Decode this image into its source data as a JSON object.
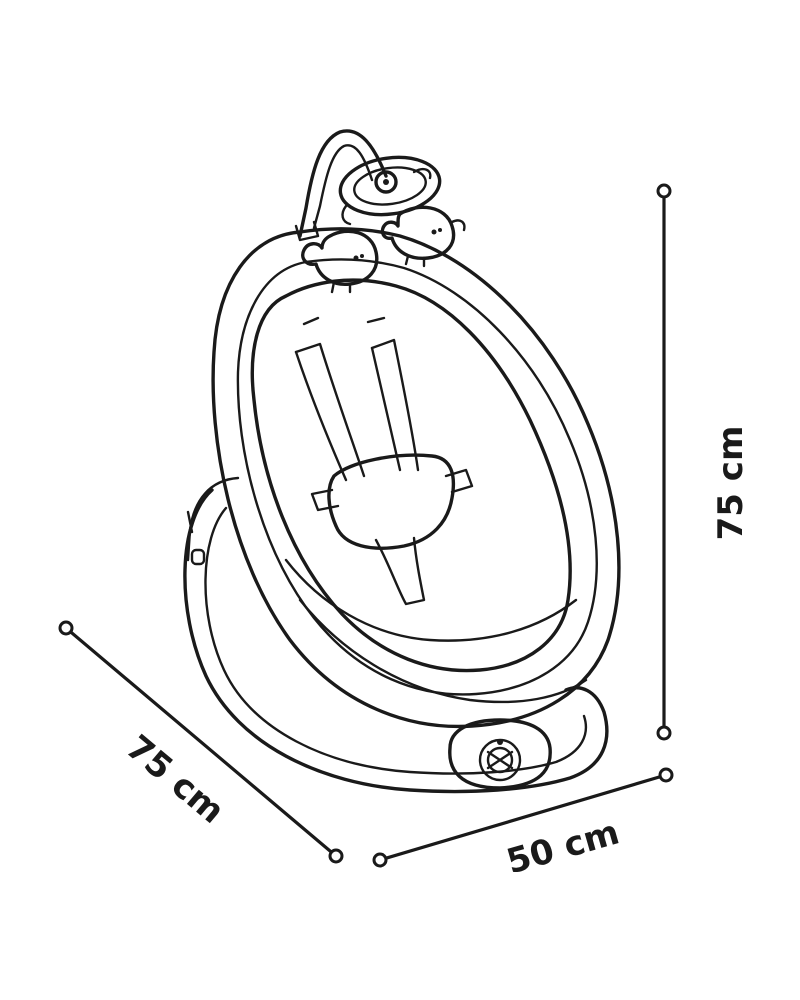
{
  "dimensions": {
    "height": {
      "label": "75 cm",
      "value": 75,
      "unit": "cm"
    },
    "depth": {
      "label": "75 cm",
      "value": 75,
      "unit": "cm"
    },
    "width": {
      "label": "50 cm",
      "value": 50,
      "unit": "cm"
    }
  },
  "colors": {
    "ink": "#1a1a1a",
    "background": "#ffffff"
  }
}
